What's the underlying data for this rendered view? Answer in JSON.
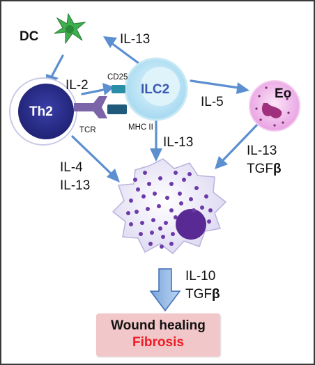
{
  "cells": {
    "dc": "DC",
    "th2": "Th2",
    "ilc2": "ILC2",
    "eo": "Eo"
  },
  "receptors": {
    "cd25": "CD25",
    "mhc": "MHC II",
    "tcr": "TCR"
  },
  "cytokines": {
    "ilc2_to_dc": "IL-13",
    "th2_to_ilc2": "IL-2",
    "ilc2_to_eo": "IL-5",
    "ilc2_to_mac": "IL-13",
    "th2_to_mac_1": "IL-4",
    "th2_to_mac_2": "IL-13",
    "eo_to_mac_1": "IL-13",
    "eo_to_mac_2_prefix": "TGF",
    "eo_to_mac_2_beta": "β",
    "mac_out_1": "IL-10",
    "mac_out_2_prefix": "TGF",
    "mac_out_2_beta": "β"
  },
  "outcome": {
    "line1": "Wound healing",
    "line2": "Fibrosis"
  },
  "colors": {
    "arrow": "#5b8fd0",
    "th2": "#2b2f8c",
    "ilc2": "#9fd6ef",
    "eo": "#e79be0",
    "macrophage": "#d9d4f0",
    "dc": "#3fb04f",
    "fibrosis": "#ee1c24",
    "outcome_box": "#f2c7c9"
  }
}
